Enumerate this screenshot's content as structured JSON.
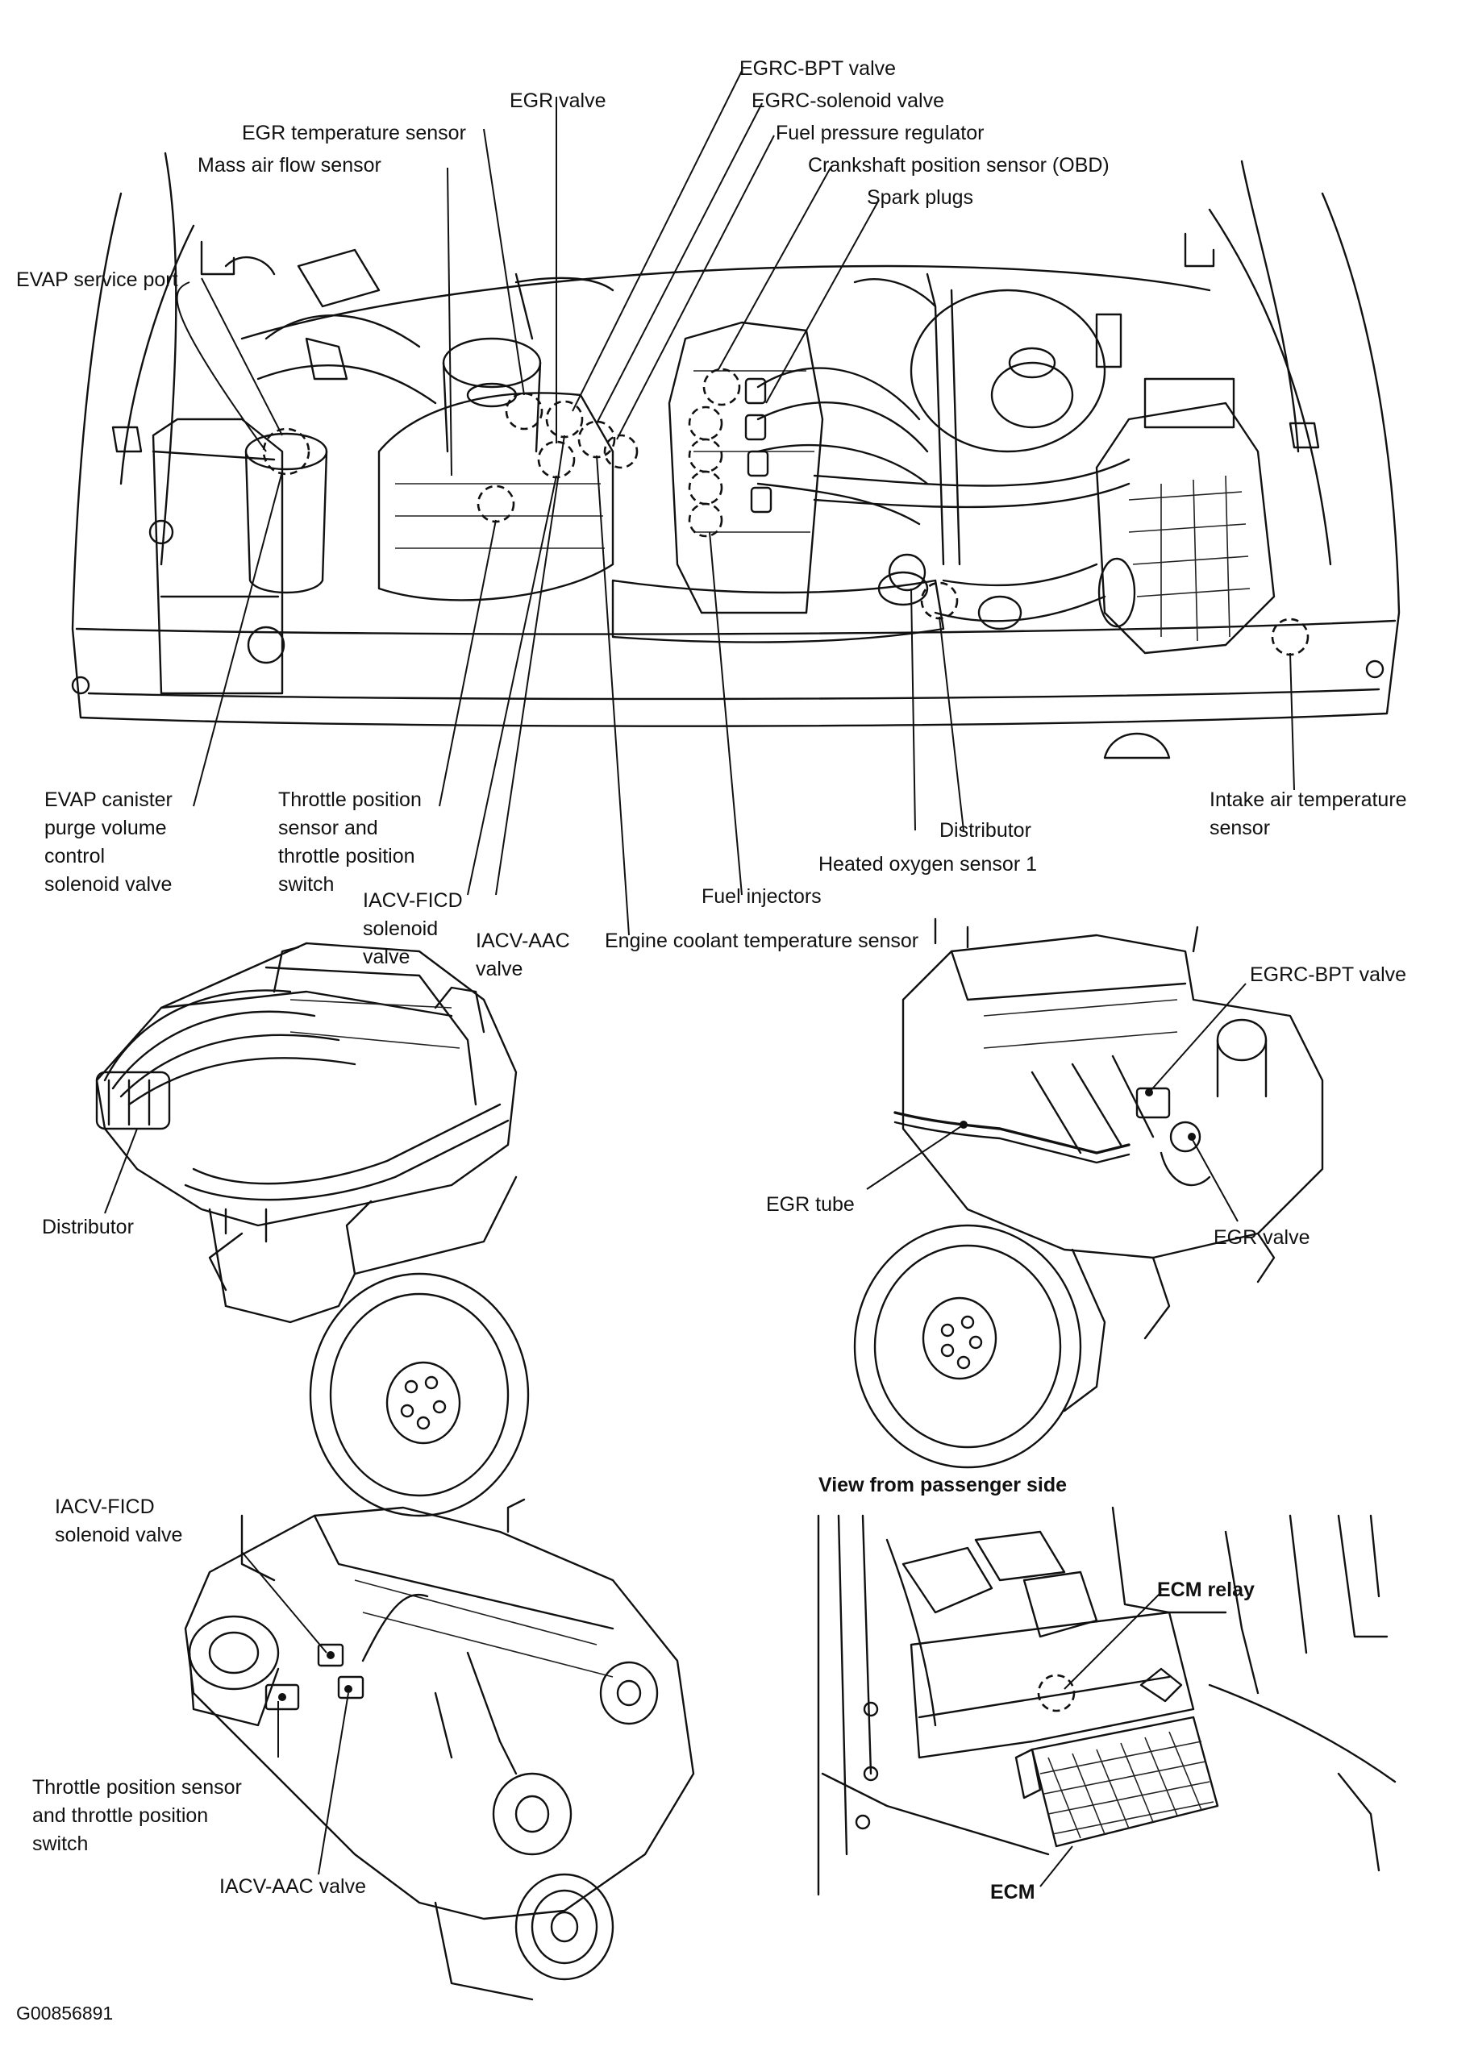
{
  "labels": {
    "egrc_bpt_valve": "EGRC-BPT valve",
    "egr_valve": "EGR valve",
    "egrc_solenoid_valve": "EGRC-solenoid valve",
    "egr_temperature_sensor": "EGR temperature sensor",
    "fuel_pressure_regulator": "Fuel pressure regulator",
    "mass_air_flow_sensor": "Mass air flow sensor",
    "crankshaft_position_sensor": "Crankshaft position sensor (OBD)",
    "spark_plugs": "Spark plugs",
    "evap_service_port": "EVAP service port",
    "evap_canister_purge": "EVAP canister\npurge volume\ncontrol\nsolenoid valve",
    "throttle_position_sensor": "Throttle position\nsensor and\nthrottle position\nswitch",
    "iacv_ficd": "IACV-FICD\nsolenoid\nvalve",
    "iacv_aac": "IACV-AAC\nvalve",
    "engine_coolant_temp": "Engine coolant temperature sensor",
    "fuel_injectors": "Fuel injectors",
    "heated_oxygen_sensor": "Heated oxygen sensor 1",
    "distributor_top": "Distributor",
    "intake_air_temp": "Intake air temperature\nsensor",
    "distributor_left": "Distributor",
    "egrc_bpt_valve_right": "EGRC-BPT valve",
    "egr_tube": "EGR tube",
    "egr_valve_right": "EGR valve",
    "iacv_ficd_bottom": "IACV-FICD\nsolenoid valve",
    "throttle_sensor_bottom": "Throttle position sensor\nand throttle position\nswitch",
    "iacv_aac_bottom": "IACV-AAC valve",
    "view_passenger": "View from passenger side",
    "ecm_relay": "ECM relay",
    "ecm": "ECM",
    "figure_id": "G00856891"
  }
}
